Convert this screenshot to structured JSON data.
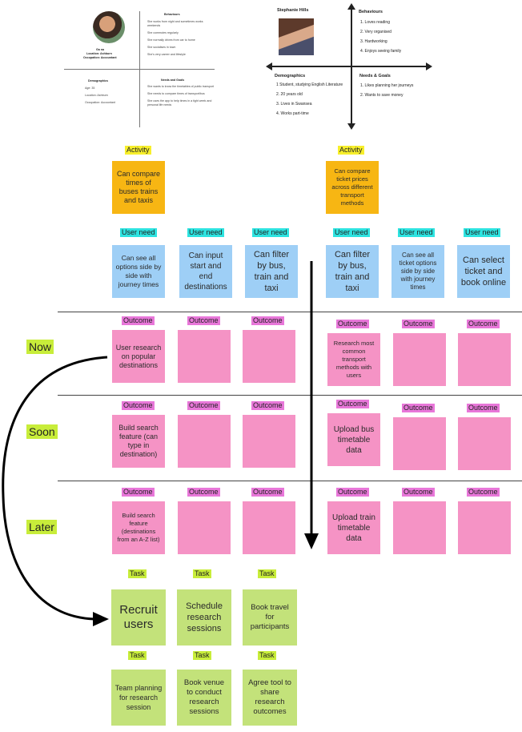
{
  "persona1": {
    "name_line1": "Ga na",
    "name_line2": "Location: Ashburn",
    "name_line3": "Occupation: Accountant",
    "behaviours_title": "Behaviours",
    "behaviours": [
      "She works from night and sometimes works weekends",
      "She commutes regularly",
      "She normally drives from car to home",
      "She socialises in town",
      "She's very career and lifestyle"
    ],
    "demographics_title": "Demographics",
    "demographics": [
      "Age: 35",
      "Location: Ashburn",
      "Occupation: Accountant"
    ],
    "needs_title": "Needs and Goals",
    "needs": [
      "She wants to know the timetables of public transport",
      "She needs to compare times of transport/bus",
      "She uses the app to help times in a tight week and personal life needs"
    ]
  },
  "persona2": {
    "name": "Stephanie Hills",
    "behaviours_title": "Behaviours",
    "behaviours": [
      "1. Loves reading",
      "2. Very organised",
      "3. Hardworking",
      "4. Enjoys seeing family"
    ],
    "demographics_title": "Demographics",
    "demographics": [
      "1 Student, studying English Literature",
      "2. 20 years old",
      "3. Lives in Swansea",
      "4. Works part-time"
    ],
    "needs_title": "Needs & Goals",
    "needs": [
      "1. Likes planning her journeys",
      "2. Wants to save money"
    ]
  },
  "labels": {
    "activity": "Activity",
    "user_need": "User need",
    "outcome": "Outcome",
    "task": "Task",
    "now": "Now",
    "soon": "Soon",
    "later": "Later"
  },
  "activities": [
    "Can compare times of buses trains and taxis",
    "Can compare ticket prices across different transport methods"
  ],
  "user_needs": [
    "Can see all options side by side with journey times",
    "Can input start and end destinations",
    "Can filter by bus, train and taxi",
    "Can filter by bus, train and taxi",
    "Can see all ticket options side by side with journey times",
    "Can select ticket and book online"
  ],
  "outcomes": {
    "now": [
      "User research on popular destinations",
      "",
      "",
      "Research most common transport methods with users",
      "",
      ""
    ],
    "soon": [
      "Build search feature (can type in destination)",
      "",
      "",
      "Upload bus timetable data",
      "",
      ""
    ],
    "later": [
      "Build search feature (destinations from an A-Z list)",
      "",
      "",
      "Upload train timetable data",
      "",
      ""
    ]
  },
  "tasks": [
    "Recruit users",
    "Schedule research sessions",
    "Book travel for participants",
    "Team planning for research session",
    "Book venue to conduct research sessions",
    "Agree tool to share research outcomes"
  ]
}
